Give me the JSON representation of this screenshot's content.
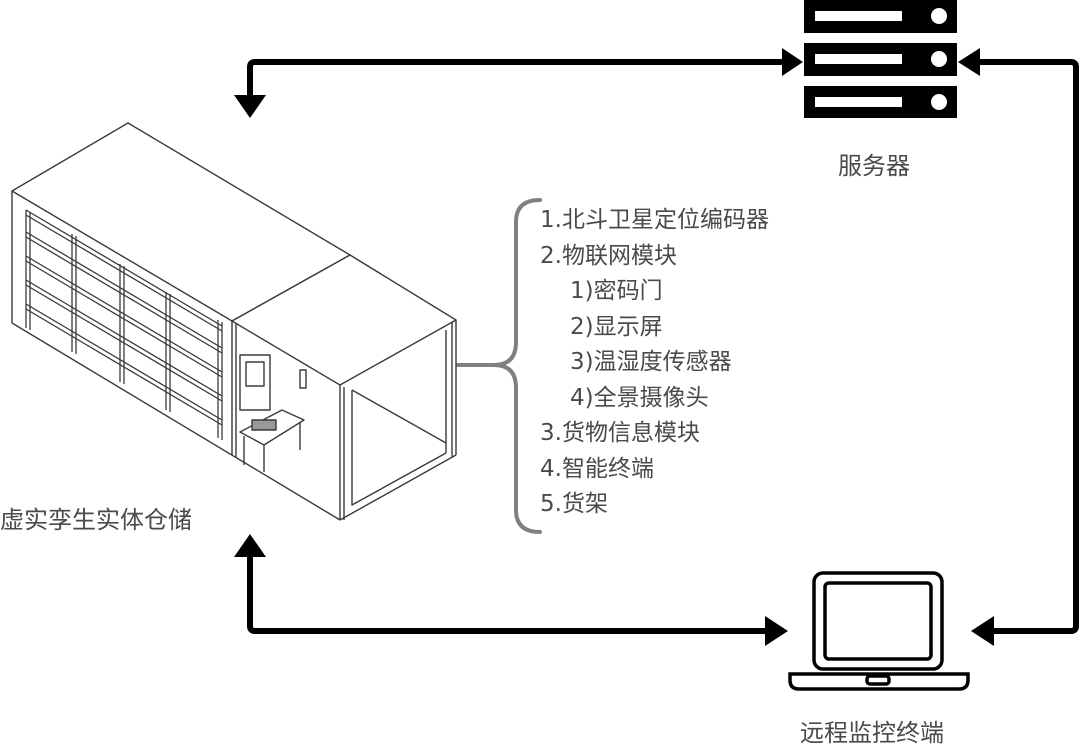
{
  "diagram": {
    "nodes": {
      "server": {
        "label": "服务器",
        "icon": "server-icon"
      },
      "warehouse": {
        "label": "虚实孪生实体仓储",
        "icon": "warehouse-illustration"
      },
      "terminal": {
        "label": "远程监控终端",
        "icon": "laptop-icon"
      }
    },
    "components_list": [
      {
        "text": "1.北斗卫星定位编码器",
        "level": 0
      },
      {
        "text": "2.物联网模块",
        "level": 0
      },
      {
        "text": "1)密码门",
        "level": 1
      },
      {
        "text": "2)显示屏",
        "level": 1
      },
      {
        "text": "3)温湿度传感器",
        "level": 1
      },
      {
        "text": "4)全景摄像头",
        "level": 1
      },
      {
        "text": "3.货物信息模块",
        "level": 0
      },
      {
        "text": "4.智能终端",
        "level": 0
      },
      {
        "text": "5.货架",
        "level": 0
      }
    ],
    "connections": [
      {
        "from": "server",
        "to": "warehouse",
        "bidirectional": true
      },
      {
        "from": "warehouse",
        "to": "terminal",
        "bidirectional": true
      },
      {
        "from": "server",
        "to": "terminal",
        "bidirectional": true
      }
    ],
    "colors": {
      "arrow": "#000000",
      "text": "#4a4a4a",
      "brace": "#808080",
      "line_art": "#3a3a3a"
    }
  }
}
